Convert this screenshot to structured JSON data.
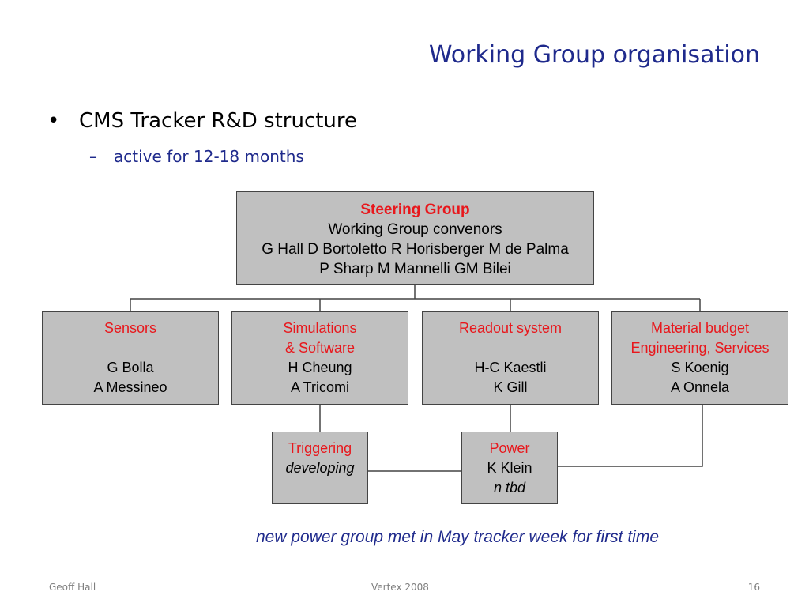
{
  "slide": {
    "title": "Working Group organisation",
    "bullet": "CMS Tracker R&D structure",
    "sub_bullet": "active for 12-18 months",
    "note": "new power group met in May tracker week for first time"
  },
  "org_chart": {
    "steering": {
      "label": "Steering Group",
      "lines": [
        "Working Group convenors",
        "G Hall D Bortoletto R Horisberger M de Palma",
        "P Sharp M Mannelli GM Bilei"
      ]
    },
    "sensors": {
      "label": "Sensors",
      "lines": [
        "G Bolla",
        "A Messineo"
      ]
    },
    "simulations": {
      "label_1": "Simulations",
      "label_2": "& Software",
      "lines": [
        "H Cheung",
        "A Tricomi"
      ]
    },
    "readout": {
      "label": "Readout system",
      "lines": [
        "H-C Kaestli",
        "K Gill"
      ]
    },
    "material": {
      "label_1": "Material budget",
      "label_2": "Engineering, Services",
      "lines": [
        "S Koenig",
        "A Onnela"
      ]
    },
    "triggering": {
      "label": "Triggering",
      "status": "developing"
    },
    "power": {
      "label": "Power",
      "lines": [
        "K Klein"
      ],
      "status": "n tbd"
    }
  },
  "footer": {
    "author": "Geoff Hall",
    "event": "Vertex 2008",
    "page": "16"
  },
  "colors": {
    "title": "#1f2a8c",
    "group_label": "#e8171c",
    "box_fill": "#c0c0c0"
  }
}
